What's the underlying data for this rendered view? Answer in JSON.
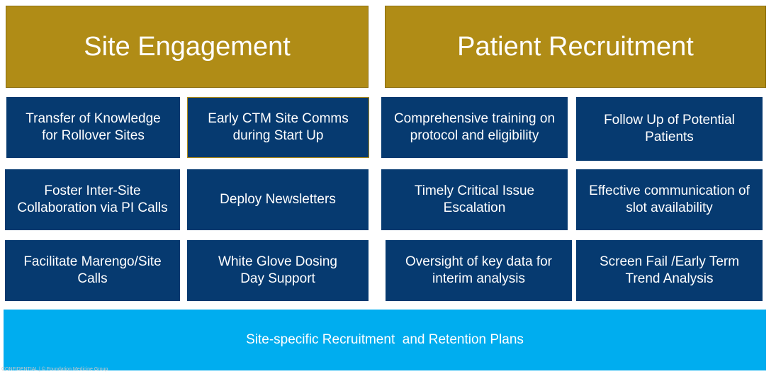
{
  "headers": {
    "site_engagement": "Site Engagement",
    "patient_recruitment": "Patient Recruitment"
  },
  "site_engagement": [
    "Transfer of Knowledge\nfor Rollover Sites",
    "Early CTM Site Comms\nduring Start Up",
    "Foster Inter-Site\nCollaboration via PI Calls",
    "Deploy Newsletters",
    "Facilitate Marengo/Site\nCalls",
    "White Glove Dosing\nDay Support"
  ],
  "patient_recruitment": [
    "Comprehensive training on\nprotocol and eligibility",
    "Follow Up of Potential\nPatients",
    "Timely Critical Issue\nEscalation",
    "Effective communication of\nslot availability",
    "Oversight of key data for\ninterim analysis",
    "Screen Fail /Early Term\nTrend Analysis"
  ],
  "footer": "Site-specific Recruitment  and Retention Plans",
  "fine_print": "CONFIDENTIAL | © Foundation Medicine Group",
  "colors": {
    "header_gold": "#b08c16",
    "box_navy": "#063a70",
    "footer_cyan": "#00adef"
  }
}
